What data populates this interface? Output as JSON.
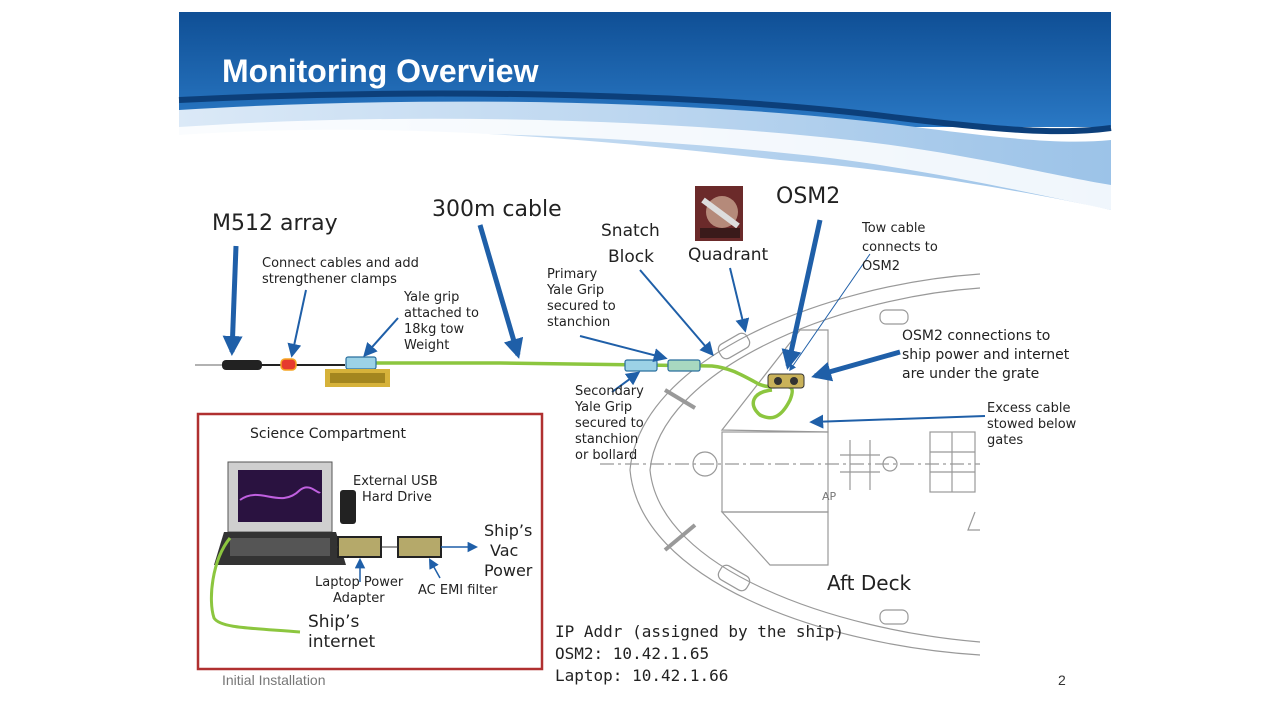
{
  "slide": {
    "title": "Monitoring Overview",
    "footer": "Initial Installation",
    "page_number": "2"
  },
  "labels": {
    "m512_array": "M512 array",
    "cable_300m": "300m cable",
    "connect_cables": [
      "Connect cables and add",
      "strengthener clamps"
    ],
    "yale_grip_weight": [
      "Yale grip",
      "attached to",
      "18kg tow",
      "Weight"
    ],
    "primary_yale_grip": [
      "Primary",
      "Yale Grip",
      "secured to",
      "stanchion"
    ],
    "secondary_yale_grip": [
      "Secondary",
      "Yale Grip",
      "secured to",
      "stanchion",
      "or bollard"
    ],
    "snatch_block": [
      "Snatch",
      "Block"
    ],
    "quadrant": "Quadrant",
    "osm2": "OSM2",
    "tow_cable": [
      "Tow cable",
      "connects to",
      "OSM2"
    ],
    "osm2_connections": [
      "OSM2 connections to",
      "ship power and internet",
      "are under the grate"
    ],
    "excess_cable": [
      "Excess cable",
      "stowed below",
      "gates"
    ],
    "aft_deck": "Aft Deck",
    "ap_marker": "AP"
  },
  "science_compartment": {
    "title": "Science Compartment",
    "external_usb": [
      "External USB",
      "Hard Drive"
    ],
    "laptop_power": [
      "Laptop Power",
      "Adapter"
    ],
    "ac_emi_filter": "AC EMI filter",
    "ships_vac_power": [
      "Ship’s",
      "Vac",
      "Power"
    ],
    "ships_internet": [
      "Ship’s",
      "internet"
    ]
  },
  "ip_info": {
    "heading": "IP Addr (assigned by the ship)",
    "osm2": "OSM2: 10.42.1.65",
    "laptop": "Laptop: 10.42.1.66"
  },
  "colors": {
    "header_blue": "#1a5aa0",
    "arrow_blue": "#1f5fa8",
    "cable_green": "#8cc63f",
    "box_red": "#b03030",
    "device_olive": "#c8b870"
  }
}
